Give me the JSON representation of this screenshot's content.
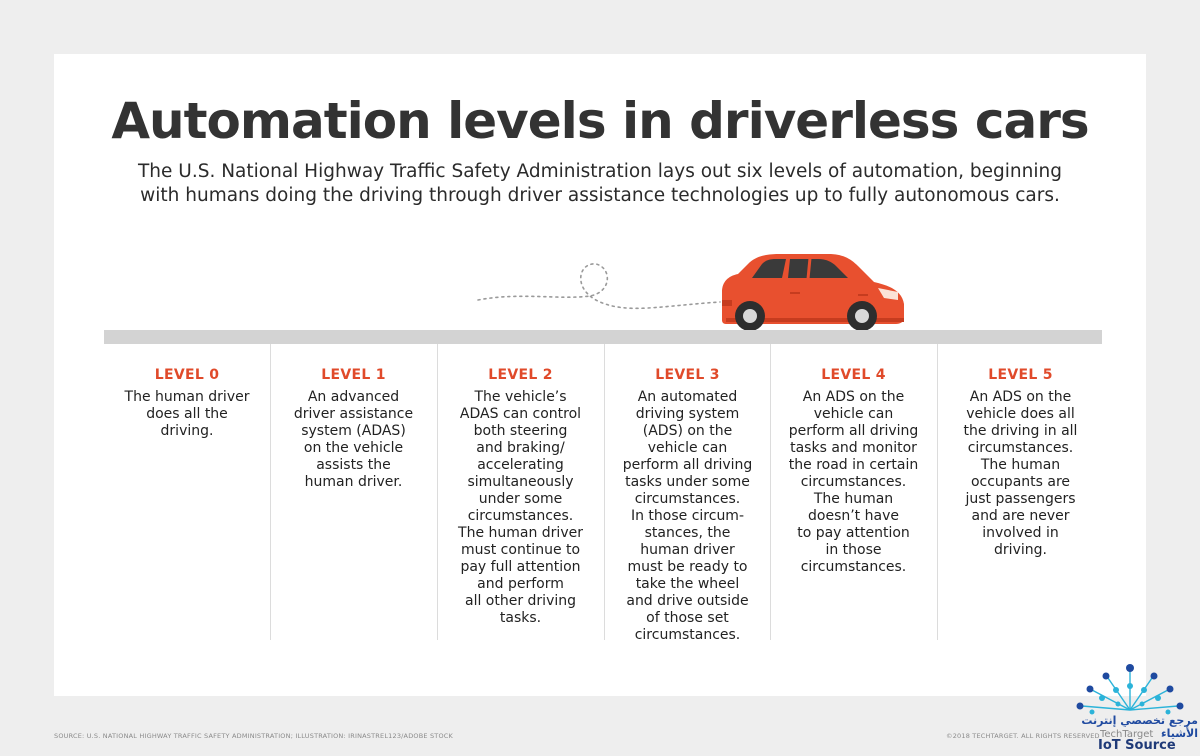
{
  "header": {
    "title": "Automation levels in driverless cars",
    "subtitle": "The U.S. National Highway Traffic Safety Administration lays out six levels of automation, beginning with humans doing the driving through driver assistance technologies up to fully autonomous cars."
  },
  "levels": [
    {
      "label": "LEVEL 0",
      "text": "The human driver\ndoes all the\ndriving."
    },
    {
      "label": "LEVEL 1",
      "text": "An advanced\ndriver assistance\nsystem (ADAS)\non the vehicle\nassists the\nhuman driver."
    },
    {
      "label": "LEVEL 2",
      "text": "The vehicle’s\nADAS can control\nboth steering\nand braking/\naccelerating\nsimultaneously\nunder some\ncircumstances.\nThe human driver\nmust continue to\npay full attention\nand perform\nall other driving\ntasks."
    },
    {
      "label": "LEVEL 3",
      "text": "An automated\ndriving system\n(ADS) on the\nvehicle can\nperform all driving\ntasks under some\ncircumstances.\nIn those circum-\nstances, the\nhuman driver\nmust be ready to\ntake the wheel\nand drive outside\nof those set\ncircumstances."
    },
    {
      "label": "LEVEL 4",
      "text": "An ADS on the\nvehicle can\nperform all driving\ntasks and monitor\nthe road in certain\ncircumstances.\nThe human\ndoesn’t have\nto pay attention\nin those\ncircumstances."
    },
    {
      "label": "LEVEL 5",
      "text": "An ADS on the\nvehicle does all\nthe driving in all\ncircumstances.\nThe human\noccupants are\njust passengers\nand are never\ninvolved in\ndriving."
    }
  ],
  "footer": {
    "source": "SOURCE: U.S. NATIONAL HIGHWAY TRAFFIC SAFETY ADMINISTRATION; ILLUSTRATION: IRINASTREL123/ADOBE STOCK",
    "copyright": "©2018 TECHTARGET. ALL RIGHTS RESERVED"
  },
  "watermark": {
    "arabic_text": "مرجع تخصصي إنترنت الأشياء",
    "brand": "TechTarget",
    "product": "IoT Source"
  },
  "colors": {
    "accent": "#e04a2a",
    "car_body": "#e8502f",
    "road": "#d3d3d3",
    "watermark_blue": "#1f4aa0",
    "watermark_cyan": "#2bb3d9"
  },
  "icons": [
    "car-illustration",
    "dotted-path-icon",
    "iot-network-logo-icon"
  ]
}
